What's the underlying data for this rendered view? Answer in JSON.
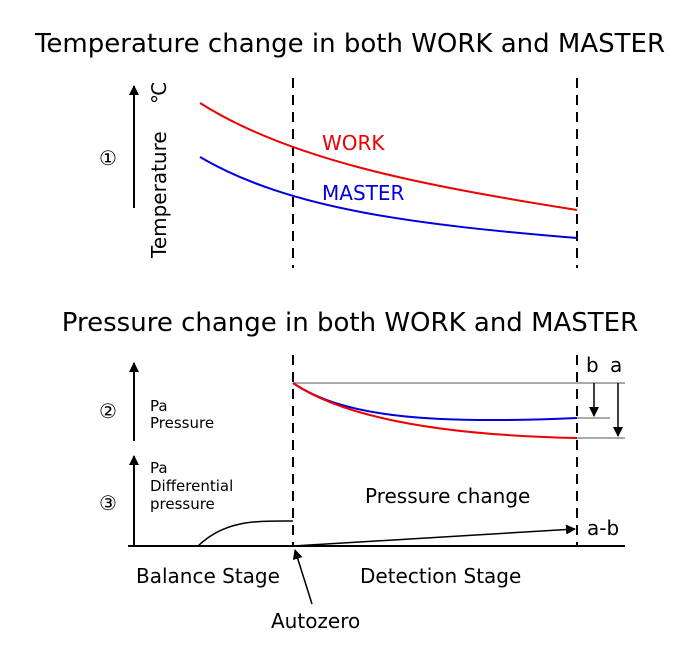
{
  "top_panel": {
    "title": "Temperature change in both WORK and MASTER",
    "marker": "①",
    "axis_label": "Temperature",
    "unit": "℃",
    "series": [
      {
        "name": "WORK",
        "color": "#ee0000"
      },
      {
        "name": "MASTER",
        "color": "#0000dd"
      }
    ]
  },
  "bottom_panel": {
    "title": "Pressure change in both WORK and MASTER",
    "pressure_axis": {
      "marker": "②",
      "unit": "Pa",
      "label": "Pressure"
    },
    "diff_axis": {
      "marker": "③",
      "unit": "Pa",
      "label_line1": "Differential",
      "label_line2": "pressure"
    },
    "dim_b": "b",
    "dim_a": "a",
    "pressure_change_label": "Pressure change",
    "result_label": "a-b",
    "stage_left": "Balance Stage",
    "stage_right": "Detection Stage",
    "autozero": "Autozero",
    "colors": {
      "work": "#ee0000",
      "master": "#0000dd"
    }
  }
}
